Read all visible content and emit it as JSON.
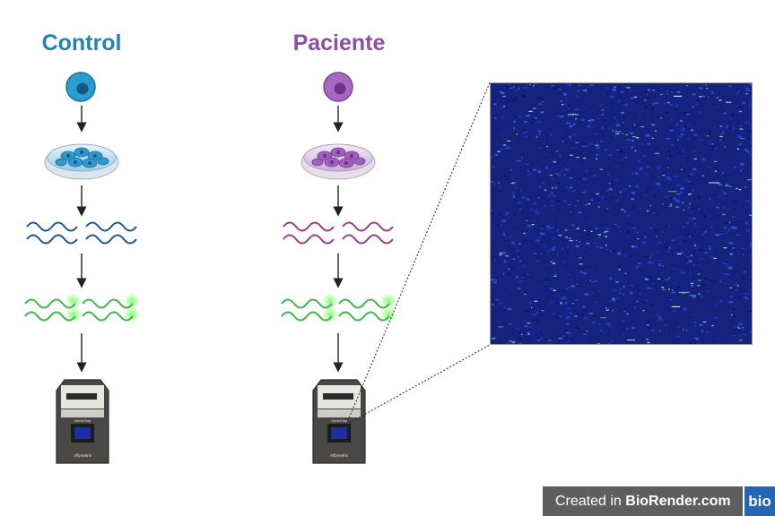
{
  "columns": {
    "control": {
      "title": "Control",
      "color": "#2385b0"
    },
    "patient": {
      "title": "Paciente",
      "color": "#8b4fa3"
    }
  },
  "chip": {
    "brand": "GeneChip",
    "maker": "Affymetrix"
  },
  "badge": {
    "prefix": "Created in ",
    "brand": "BioRender.com",
    "logo": "bio"
  },
  "colors": {
    "fluorescence": "#3fd24a",
    "chip_scan": "#1a2a8c"
  }
}
